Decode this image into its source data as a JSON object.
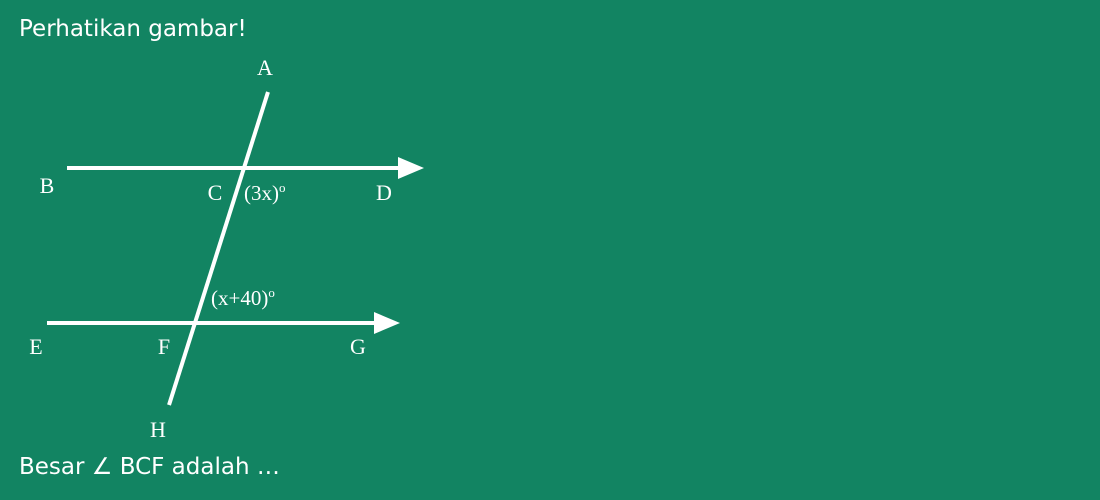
{
  "instruction": "Perhatikan gambar!",
  "question": "Besar ∠ BCF adalah …",
  "diagram": {
    "points": [
      "A",
      "B",
      "C",
      "D",
      "E",
      "F",
      "G",
      "H"
    ],
    "angle_at_c": "(3x)",
    "angle_at_f": "(x+40)",
    "degree_mark": "o"
  },
  "colors": {
    "background": "#128462",
    "lines": "#ffffff",
    "text": "#ffffff"
  }
}
